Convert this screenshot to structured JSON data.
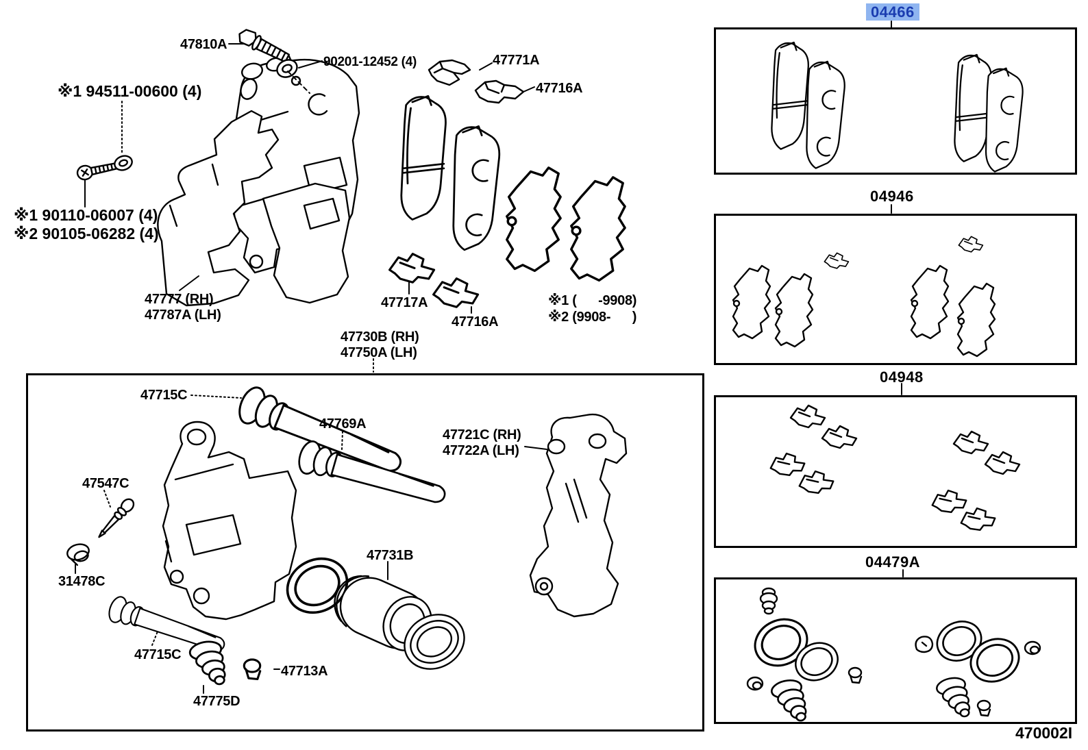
{
  "colors": {
    "paper": "#FFFFFF",
    "ink": "#000000",
    "highlight_bg": "#8FB5F0",
    "highlight_text": "#1A3CB0"
  },
  "figure_code": "470002I",
  "callouts": {
    "bolt": "47810A",
    "gasket": "90201-12452 (4)",
    "support_plate": "47771A",
    "fitting_upper": "47716A",
    "washer_note": "※1 94511-00600 (4)",
    "bolt_note_1": "※1 90110-06007 (4)",
    "bolt_note_2": "※2 90105-06282 (4)",
    "dust_cover": "47777 (RH)\n47787A (LH)",
    "clip": "47717A",
    "fitting_lower": "47716A",
    "applicability_1": "※1 (      -9908)",
    "applicability_2": "※2 (9908-      )",
    "cylinder": "47730B (RH)\n47750A (LH)",
    "pin_upper": "47715C",
    "bush": "47769A",
    "mounting": "47721C (RH)\n47722A (LH)",
    "bleeder": "47547C",
    "cap": "31478C",
    "piston": "47731B",
    "pin_lower": "47715C",
    "plug": "47713A",
    "boot": "47775D"
  },
  "kits": [
    {
      "code": "04466",
      "highlighted": true
    },
    {
      "code": "04946",
      "highlighted": false
    },
    {
      "code": "04948",
      "highlighted": false
    },
    {
      "code": "04479A",
      "highlighted": false
    }
  ]
}
